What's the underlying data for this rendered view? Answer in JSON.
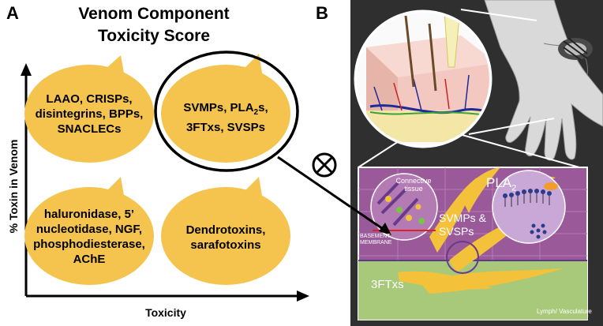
{
  "panelA": {
    "letter": "A",
    "title_line1": "Venom Component",
    "title_line2": "Toxicity Score",
    "y_axis_label": "% Toxin in Venom",
    "x_axis_label": "Toxicity",
    "bubbles": {
      "top_left": [
        "LAAO, CRISPs,",
        "disintegrins, BPPs,",
        "SNACLECs"
      ],
      "top_right_line1": "SVMPs, PLA",
      "top_right_sub": "2",
      "top_right_line1_end": "s,",
      "top_right_line2": "3FTxs, SVSPs",
      "bottom_left": [
        "haluronidase, 5’",
        "nucleotidase, NGF,",
        "phosphodiesterase,",
        "AChE"
      ],
      "bottom_right": [
        "Dendrotoxins,",
        "sarafotoxins"
      ]
    },
    "colors": {
      "bubble": "#f5c44e",
      "axis": "#000000"
    }
  },
  "panelB": {
    "letter": "B",
    "labels": {
      "connective_tissue": [
        "Connective",
        "tissue"
      ],
      "basement_membrane": [
        "BASEMENT",
        "MEMBRANE"
      ],
      "pla2_main": "PLA",
      "pla2_sub": "2",
      "svmps": "SVMPs &",
      "svsps": "SVSPs",
      "ftxs": "3FTxs",
      "lymph": "Lymph/ Vasculature"
    },
    "colors": {
      "background": "#2f2f2f",
      "tissue": "#9a5a9a",
      "vasculature": "#a9c97a",
      "toxin": "#f3c23a"
    }
  }
}
